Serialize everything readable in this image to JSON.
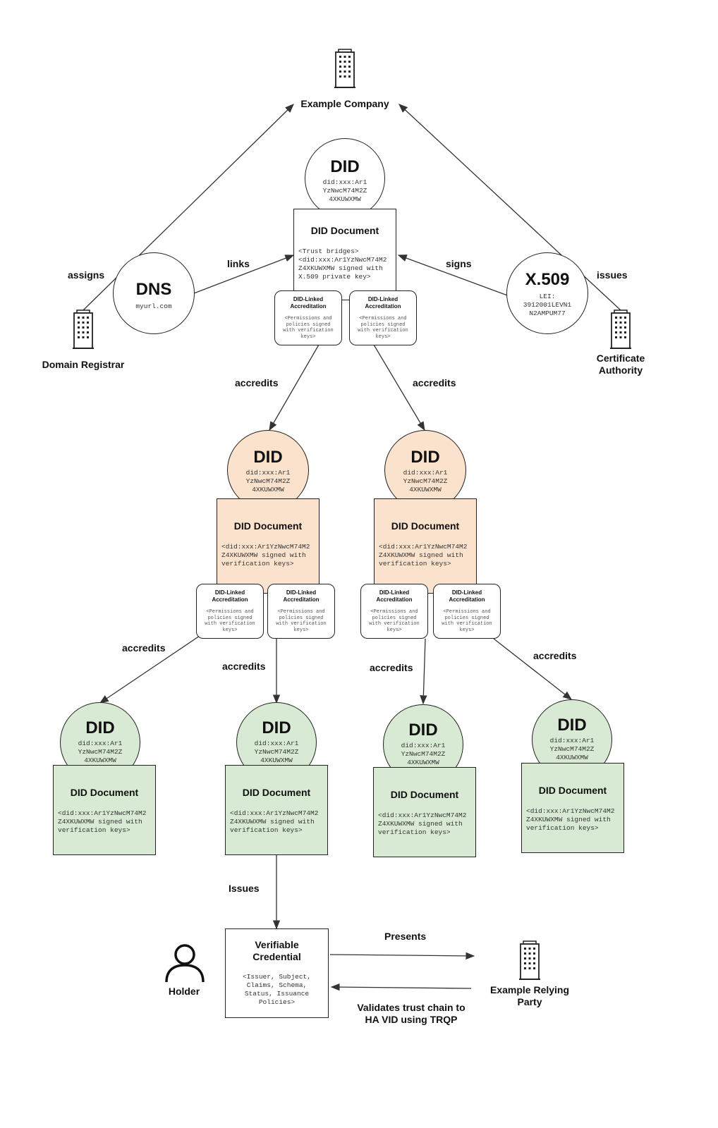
{
  "nodes": {
    "example_company": "Example Company",
    "domain_registrar": "Domain Registrar",
    "certificate_authority": "Certificate\nAuthority",
    "holder": "Holder",
    "relying_party": "Example Relying\nParty"
  },
  "root": {
    "did_title": "DID",
    "did_value": "did:xxx:Ar1\nYzNwcM74M2Z\n4XKUWXMW",
    "doc_title": "DID Document",
    "doc_body": "<Trust bridges>\n<did:xxx:Ar1YzNwcM74M2\nZ4XKUWXMW signed with\nX.509 private key>"
  },
  "dns": {
    "title": "DNS",
    "value": "myurl.com"
  },
  "x509": {
    "title": "X.509",
    "value": "LEI:\n3912001LEVN1\nN2AMPUM77"
  },
  "accreditation": {
    "title": "DID-Linked\nAccreditation",
    "body": "<Permissions and\npolicies signed\nwith verification\nkeys>"
  },
  "mid_nodes": [
    {
      "did_title": "DID",
      "did_value": "did:xxx:Ar1\nYzNwcM74M2Z\n4XKUWXMW",
      "doc_title": "DID Document",
      "doc_body": "<did:xxx:Ar1YzNwcM74M2\nZ4XKUWXMW signed with\nverification keys>"
    },
    {
      "did_title": "DID",
      "did_value": "did:xxx:Ar1\nYzNwcM74M2Z\n4XKUWXMW",
      "doc_title": "DID Document",
      "doc_body": "<did:xxx:Ar1YzNwcM74M2\nZ4XKUWXMW signed with\nverification keys>"
    }
  ],
  "leaf_nodes": [
    {
      "did_title": "DID",
      "did_value": "did:xxx:Ar1\nYzNwcM74M2Z\n4XKUWXMW",
      "doc_title": "DID Document",
      "doc_body": "<did:xxx:Ar1YzNwcM74M2\nZ4XKUWXMW signed with\nverification keys>"
    },
    {
      "did_title": "DID",
      "did_value": "did:xxx:Ar1\nYzNwcM74M2Z\n4XKUWXMW",
      "doc_title": "DID Document",
      "doc_body": "<did:xxx:Ar1YzNwcM74M2\nZ4XKUWXMW signed with\nverification keys>"
    },
    {
      "did_title": "DID",
      "did_value": "did:xxx:Ar1\nYzNwcM74M2Z\n4XKUWXMW",
      "doc_title": "DID Document",
      "doc_body": "<did:xxx:Ar1YzNwcM74M2\nZ4XKUWXMW signed with\nverification keys>"
    },
    {
      "did_title": "DID",
      "did_value": "did:xxx:Ar1\nYzNwcM74M2Z\n4XKUWXMW",
      "doc_title": "DID Document",
      "doc_body": "<did:xxx:Ar1YzNwcM74M2\nZ4XKUWXMW signed with\nverification keys>"
    }
  ],
  "credential": {
    "title": "Verifiable\nCredential",
    "body": "<Issuer, Subject,\nClaims, Schema,\nStatus, Issuance\nPolicies>"
  },
  "edges": {
    "assigns": "assigns",
    "issues": "issues",
    "links": "links",
    "signs": "signs",
    "accredits": "accredits",
    "issues_vc": "Issues",
    "presents": "Presents",
    "validates": "Validates trust chain to\nHA VID using TRQP"
  },
  "colors": {
    "orange_fill": "#fbe2cc",
    "green_fill": "#d8ead3",
    "line": "#333333"
  }
}
